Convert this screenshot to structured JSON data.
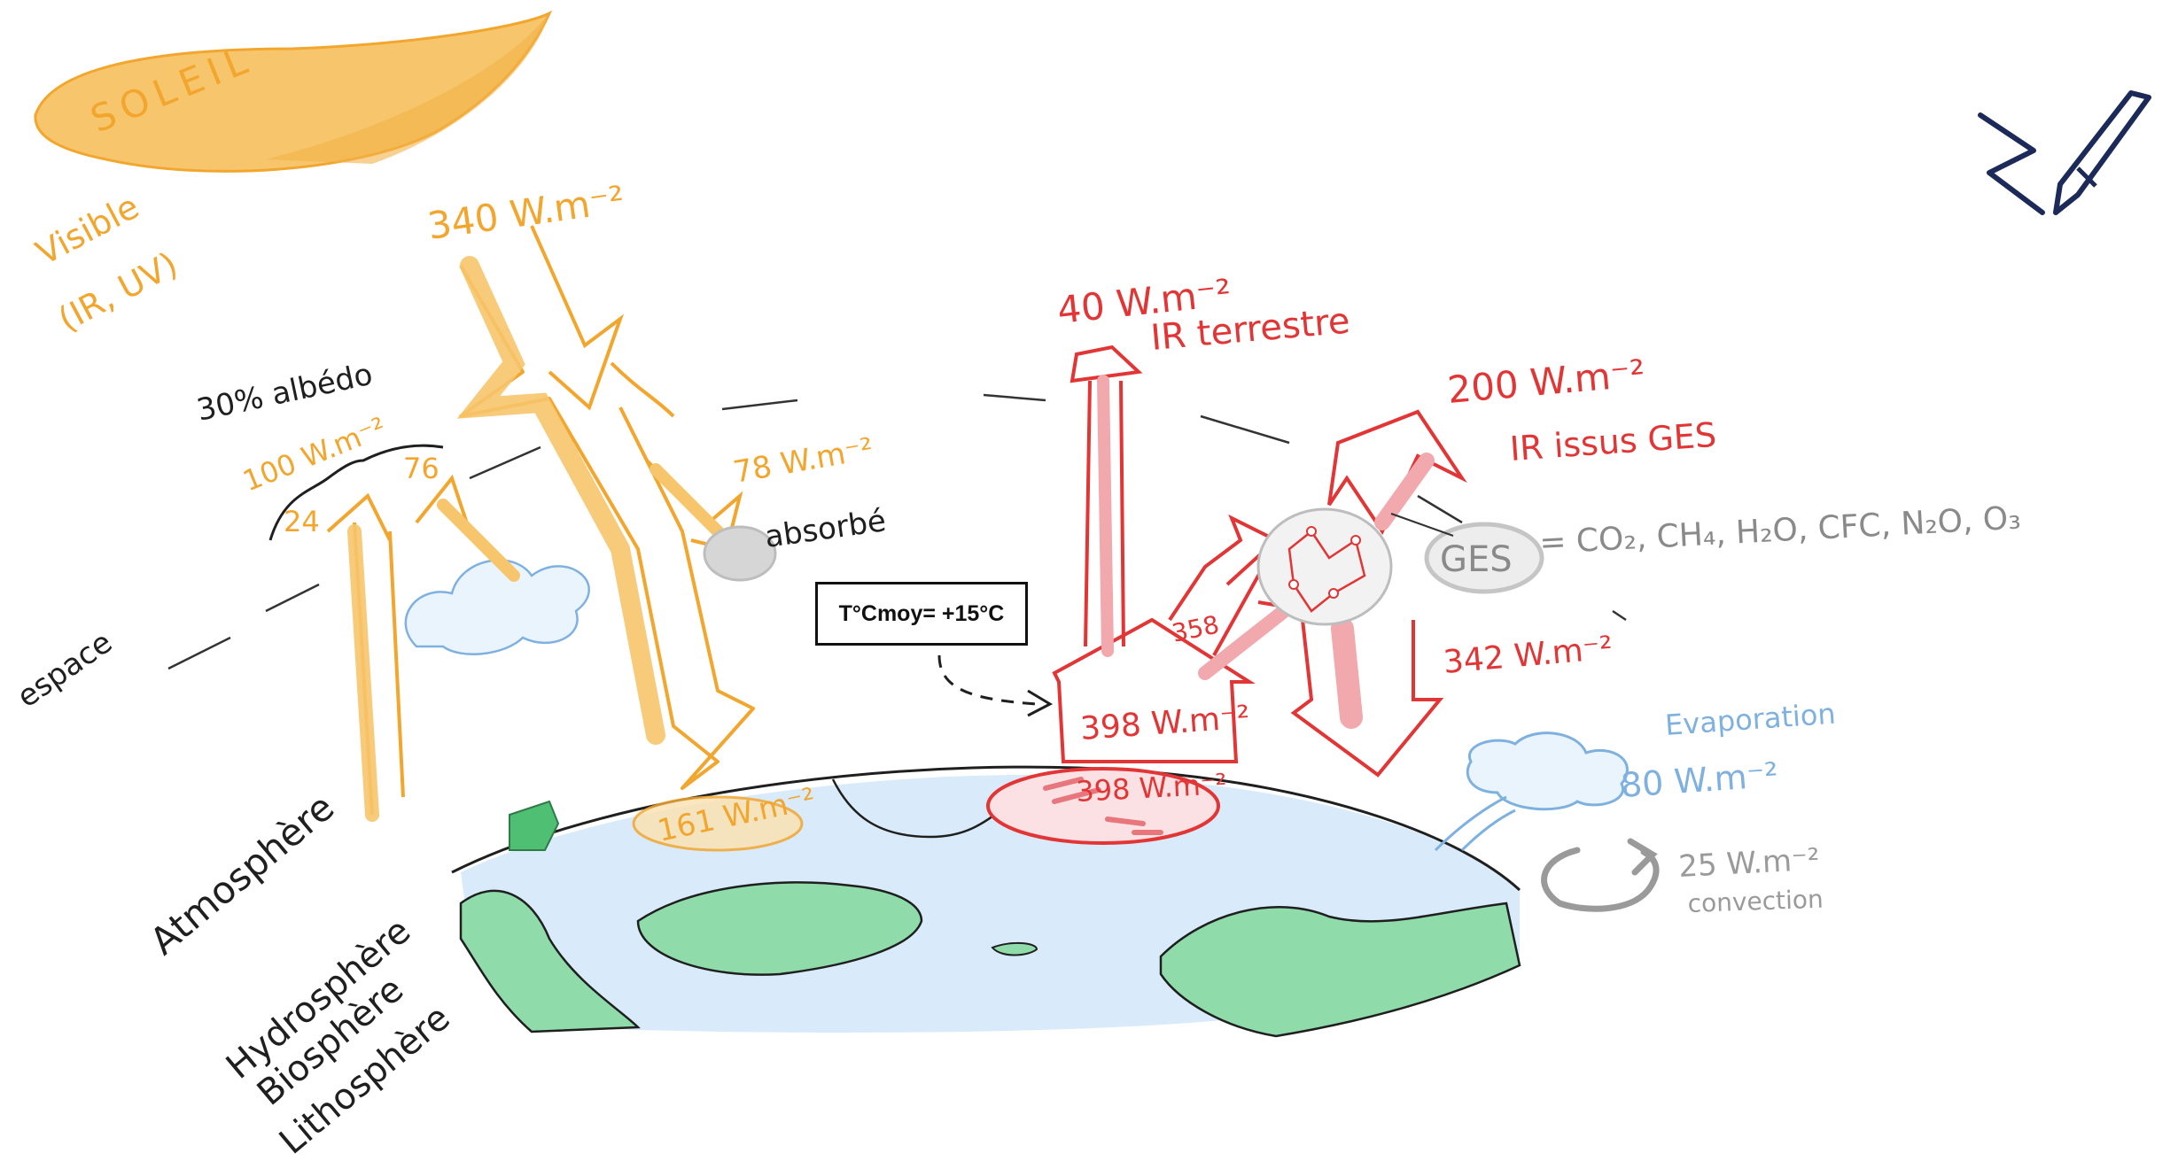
{
  "colors": {
    "solar": "#f2a62e",
    "solar_fill": "#f7c56b",
    "infrared": "#e23535",
    "infrared_fill": "#f2a9ad",
    "evaporation": "#7fb1e0",
    "convection": "#9a9a9a",
    "ocean": "#d9ebfb",
    "land": "#8fdcaa",
    "outline": "#1f1f1f",
    "pen": "#1c2a5a"
  },
  "sun": {
    "label": "SOLEIL"
  },
  "spectrum": {
    "line1": "Visible",
    "line2": "(IR, UV)"
  },
  "solar": {
    "incoming": "340 W.m⁻²",
    "albedo": "30% albédo",
    "reflected_total": "100 W.m⁻²",
    "reflected_surface": "24",
    "reflected_clouds": "76",
    "absorbed_value": "78 W.m⁻²",
    "absorbed_label": "absorbé",
    "surface_absorbed": "161 W.m⁻²"
  },
  "infrared": {
    "outgoing": "40 W.m⁻²",
    "outgoing_label": "IR terrestre",
    "ghg_emission": "200 W.m⁻²",
    "ghg_emission_label": "IR issus GES",
    "to_ghg": "358",
    "back_radiation": "342 W.m⁻²",
    "surface_emission": "398 W.m⁻²",
    "surface_emission_2": "398 W.m⁻²"
  },
  "ghg": {
    "label": "GES",
    "composition": "= CO₂, CH₄, H₂O, CFC, N₂O, O₃"
  },
  "temperature_box": {
    "label": "T°Cmoy= +15°C"
  },
  "evaporation": {
    "label": "Evaporation",
    "value": "80 W.m⁻²"
  },
  "convection": {
    "value": "25 W.m⁻²",
    "label": "convection"
  },
  "spheres": {
    "space": "espace",
    "atmosphere": "Atmosphère",
    "hydrosphere": "Hydrosphère",
    "biosphere": "Biosphère",
    "lithosphere": "Lithosphère"
  }
}
